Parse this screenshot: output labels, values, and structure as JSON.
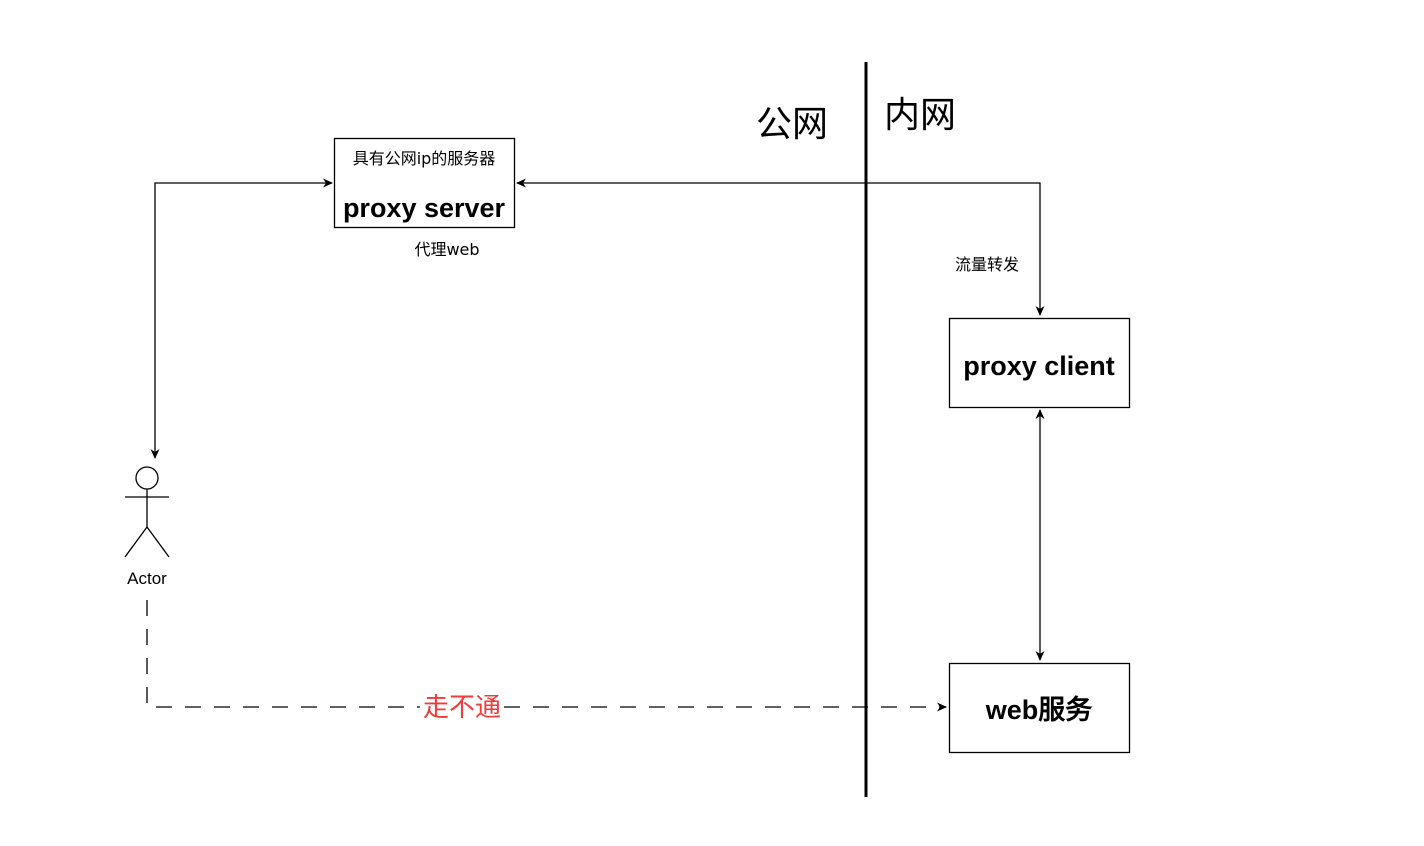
{
  "colors": {
    "line": "#000000",
    "blocked_text": "#f33a3a",
    "background": "#ffffff"
  },
  "zones": {
    "public": "公网",
    "internal": "内网"
  },
  "proxy_server": {
    "caption": "具有公网ip的服务器",
    "title": "proxy server",
    "sublabel": "代理web"
  },
  "proxy_client": {
    "title": "proxy client"
  },
  "web_service": {
    "title": "web服务"
  },
  "actor": {
    "label": "Actor"
  },
  "connections": {
    "traffic_forward": "流量转发",
    "blocked": "走不通"
  }
}
